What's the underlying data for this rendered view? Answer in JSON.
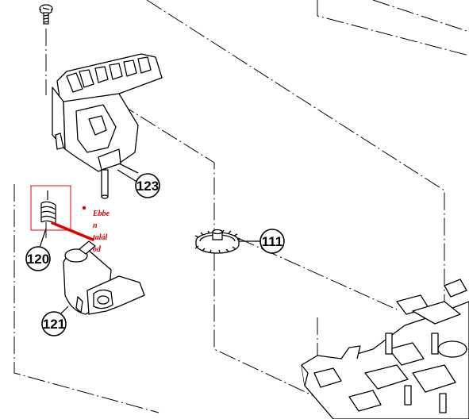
{
  "callouts": {
    "c123": "123",
    "c111": "111",
    "c120": "120",
    "c121": "121"
  },
  "annotation": {
    "lines": [
      "Ebbe",
      "n",
      "talál",
      "od"
    ],
    "color": "#e00000"
  },
  "colors": {
    "ink": "#000000",
    "highlight": "#e00000",
    "background": "#ffffff"
  }
}
